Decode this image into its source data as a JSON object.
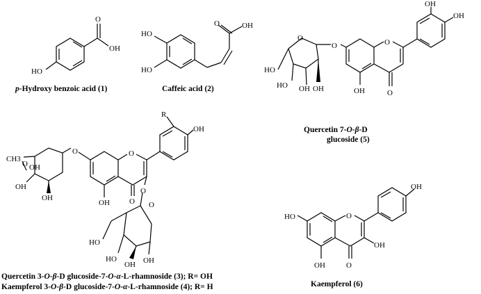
{
  "captions": {
    "c1": {
      "pre": "p",
      "text": "-Hydroxy benzoic acid (1)"
    },
    "c2": "Caffeic acid (2)",
    "c5a": {
      "t1": "Quercetin 7-",
      "o": "O",
      "t2": "-",
      "b": "β",
      "t3": "-D"
    },
    "c5b": "glucoside (5)",
    "c34a": {
      "t1": "Quercetin 3-",
      "o1": "O",
      "t2": "-",
      "b": "β",
      "t3": "-D glucoside-7-",
      "o2": "O",
      "t4": "-",
      "a": "α",
      "t5": "-L-rhamnoside (3); R= OH"
    },
    "c34b": {
      "t1": "Kaempferol 3-",
      "o1": "O",
      "t2": "-",
      "b": "β",
      "t3": "-D glucoside-7-",
      "o2": "O",
      "t4": "-",
      "a": "α",
      "t5": "-L-rhamnoside (4); R= H"
    },
    "c6": "Kaempferol (6)"
  },
  "atoms": {
    "oh": "OH",
    "ho": "HO",
    "o": "O",
    "r": "R",
    "ch3": "CH3"
  }
}
